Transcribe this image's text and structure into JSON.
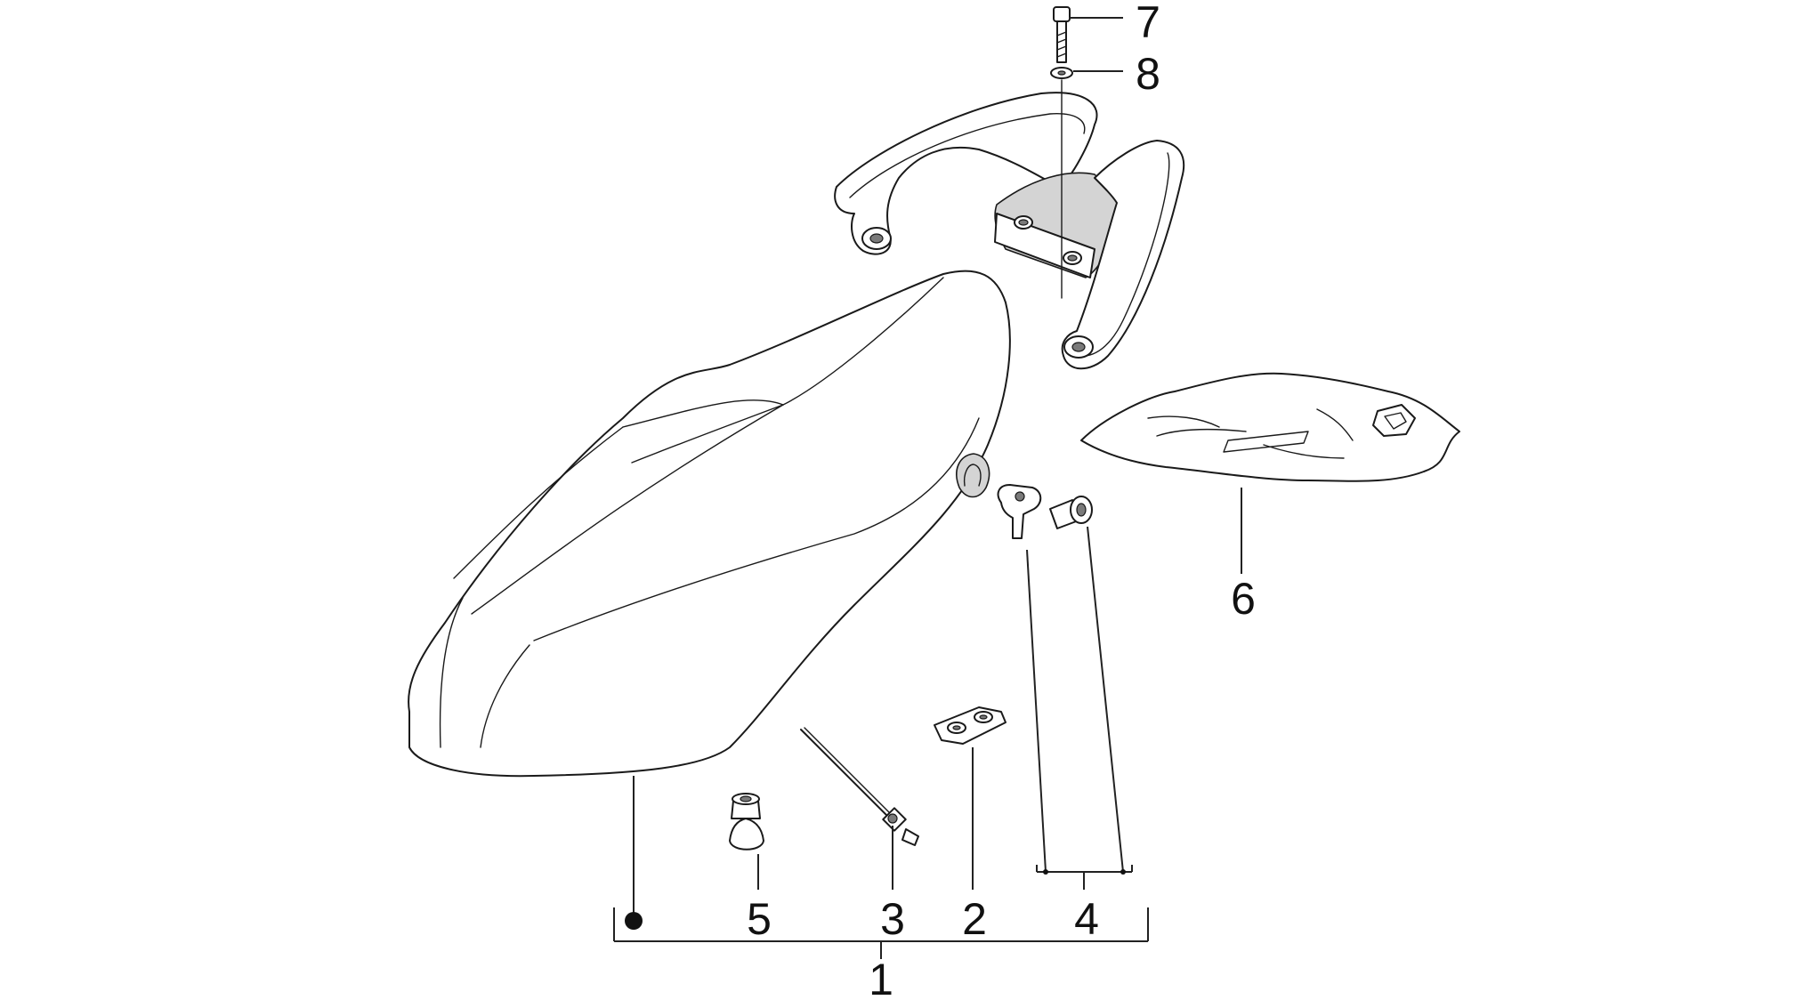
{
  "diagram": {
    "callouts": [
      {
        "id": "1",
        "label": "1"
      },
      {
        "id": "2",
        "label": "2"
      },
      {
        "id": "3",
        "label": "3"
      },
      {
        "id": "4",
        "label": "4"
      },
      {
        "id": "5",
        "label": "5"
      },
      {
        "id": "6",
        "label": "6"
      },
      {
        "id": "7",
        "label": "7"
      },
      {
        "id": "8",
        "label": "8"
      }
    ],
    "parts": [
      {
        "id": "seat",
        "icon": "saddle-icon"
      },
      {
        "id": "rear-grab-handle",
        "icon": "grab-handle-icon"
      },
      {
        "id": "bolt",
        "icon": "bolt-icon"
      },
      {
        "id": "washer",
        "icon": "washer-icon"
      },
      {
        "id": "seat-cover-logo",
        "icon": "cover-icon"
      },
      {
        "id": "seat-lock-latch",
        "icon": "latch-icon"
      },
      {
        "id": "seat-lock-pin",
        "icon": "pin-icon"
      },
      {
        "id": "seat-hinge-bracket",
        "icon": "bracket-icon"
      },
      {
        "id": "cable-tie",
        "icon": "cable-tie-icon"
      },
      {
        "id": "rubber-buffer",
        "icon": "buffer-icon"
      }
    ]
  }
}
